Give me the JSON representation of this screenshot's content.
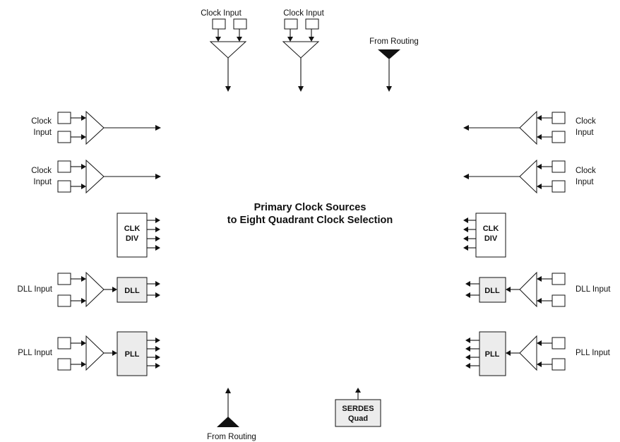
{
  "title": {
    "line1": "Primary Clock Sources",
    "line2": "to Eight Quadrant Clock Selection"
  },
  "labels": {
    "clock_input": "Clock Input",
    "clock": "Clock",
    "input": "Input",
    "dll_input": "DLL Input",
    "pll_input": "PLL Input",
    "from_routing": "From Routing"
  },
  "blocks": {
    "clk": "CLK",
    "div": "DIV",
    "dll": "DLL",
    "pll": "PLL",
    "serdes": "SERDES",
    "quad": "Quad"
  }
}
